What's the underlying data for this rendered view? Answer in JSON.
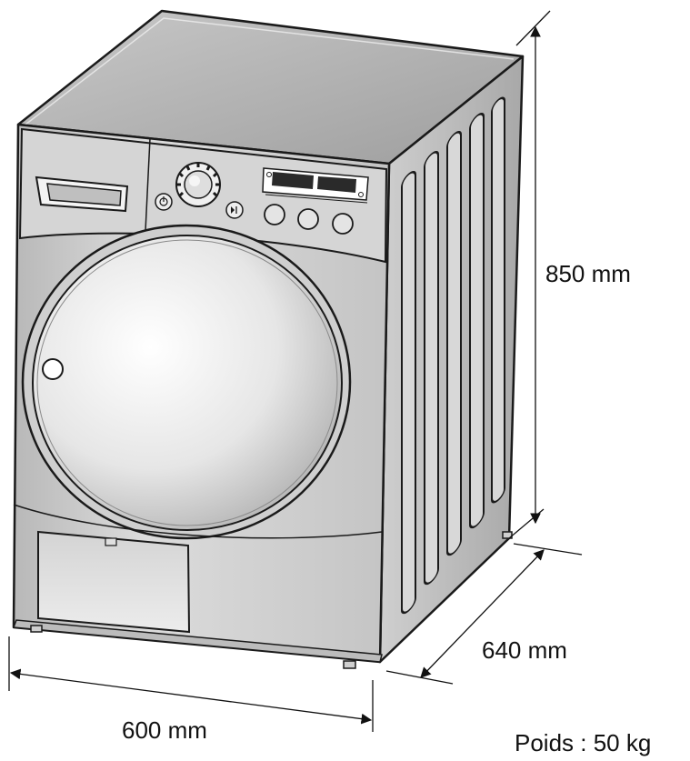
{
  "dimensions": {
    "height": "850 mm",
    "depth": "640 mm",
    "width": "600 mm"
  },
  "weight": {
    "text": "Poids : 50 kg"
  },
  "colors": {
    "body_light": "#eaeaea",
    "body_mid": "#c9c9c9",
    "body_dark": "#9a9a9a",
    "outline": "#1a1a1a"
  }
}
